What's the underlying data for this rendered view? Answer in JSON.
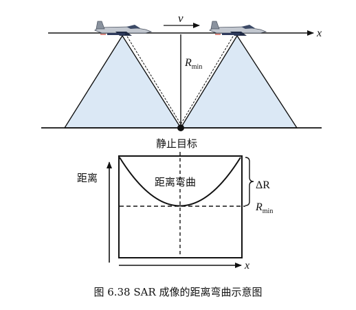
{
  "top": {
    "velocity": "v",
    "x_axis": "x",
    "range_label_main": "R",
    "range_label_sub": "min",
    "target_label": "静止目标"
  },
  "bottom": {
    "y_axis_label": "距离",
    "curve_label": "距离弯曲",
    "delta_label": "ΔR",
    "rmin_main": "R",
    "rmin_sub": "min",
    "x_axis": "x"
  },
  "caption": "图 6.38   SAR 成像的距离弯曲示意图",
  "colors": {
    "beam_fill": "#dbe8f5",
    "line": "#111111"
  },
  "icons": [
    "left-aircraft-icon",
    "right-aircraft-icon"
  ]
}
